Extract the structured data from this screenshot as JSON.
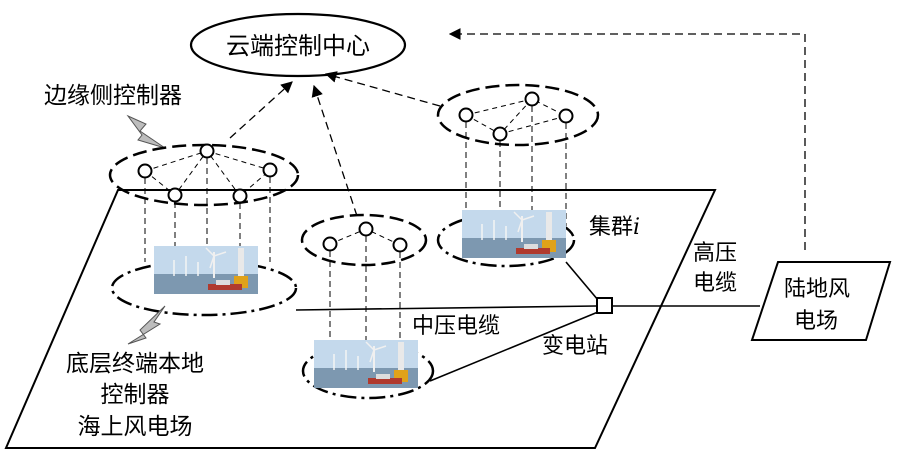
{
  "labels": {
    "cloud_center": "云端控制中心",
    "edge_controller": "边缘侧控制器",
    "cluster": "集群",
    "cluster_index": "i",
    "high_voltage_line1": "高压",
    "high_voltage_line2": "电缆",
    "onshore_line1": "陆地风",
    "onshore_line2": "电场",
    "medium_voltage": "中压电缆",
    "substation": "变电站",
    "bottom_line1": "底层终端本地",
    "bottom_line2": "控制器",
    "bottom_line3": "海上风电场"
  },
  "icons": {
    "pointer": "lightning-arrow-icon",
    "turbine": "wind-turbine-photo-icon"
  },
  "colors": {
    "line": "#000000",
    "sky": "#bfd6ea",
    "sea": "#7a95ae",
    "tower_yellow": "#e0a21a"
  }
}
